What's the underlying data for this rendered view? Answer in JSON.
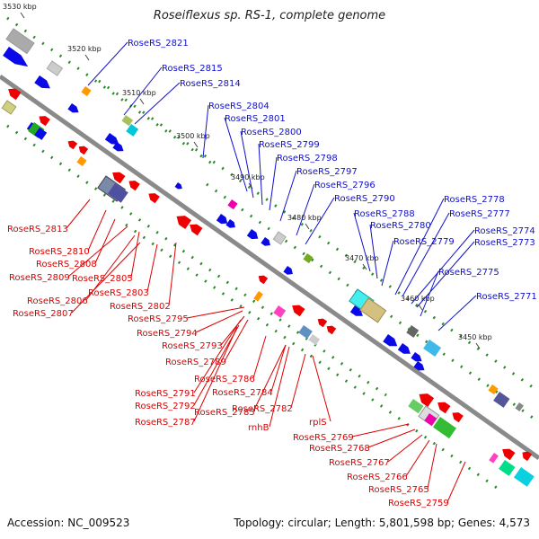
{
  "title": "Roseiflexus sp. RS-1, complete genome",
  "footer": {
    "accession": "Accession: NC_009523",
    "stats": "Topology: circular; Length: 5,801,598 bp; Genes: 4,573"
  },
  "colors": {
    "backbone": "#8a8a8a",
    "forward_label": "#1010cc",
    "reverse_label": "#dd0000",
    "forward_gene": "#0a0ae6",
    "reverse_gene": "#ee0000",
    "dots": "#2a8a2a"
  },
  "ticks": [
    "3530 kbp",
    "3520 kbp",
    "3510 kbp",
    "3500 kbp",
    "3490 kbp",
    "3480 kbp",
    "3470 kbp",
    "3460 kbp",
    "3450 kbp"
  ],
  "forward_labels": [
    "RoseRS_2821",
    "RoseRS_2815",
    "RoseRS_2814",
    "RoseRS_2804",
    "RoseRS_2801",
    "RoseRS_2800",
    "RoseRS_2799",
    "RoseRS_2798",
    "RoseRS_2797",
    "RoseRS_2796",
    "RoseRS_2790",
    "RoseRS_2788",
    "RoseRS_2780",
    "RoseRS_2779",
    "RoseRS_2778",
    "RoseRS_2777",
    "RoseRS_2774",
    "RoseRS_2773",
    "RoseRS_2775",
    "RoseRS_2771"
  ],
  "reverse_labels": [
    "RoseRS_2813",
    "RoseRS_2810",
    "RoseRS_2808",
    "RoseRS_2809",
    "RoseRS_2805",
    "RoseRS_2803",
    "RoseRS_2806",
    "RoseRS_2807",
    "RoseRS_2802",
    "RoseRS_2795",
    "RoseRS_2794",
    "RoseRS_2793",
    "RoseRS_2789",
    "RoseRS_2786",
    "RoseRS_2791",
    "RoseRS_2784",
    "RoseRS_2792",
    "RoseRS_2785",
    "RoseRS_2782",
    "RoseRS_2787",
    "rnhB",
    "rplS",
    "RoseRS_2769",
    "RoseRS_2768",
    "RoseRS_2767",
    "RoseRS_2766",
    "RoseRS_2765",
    "RoseRS_2759"
  ]
}
